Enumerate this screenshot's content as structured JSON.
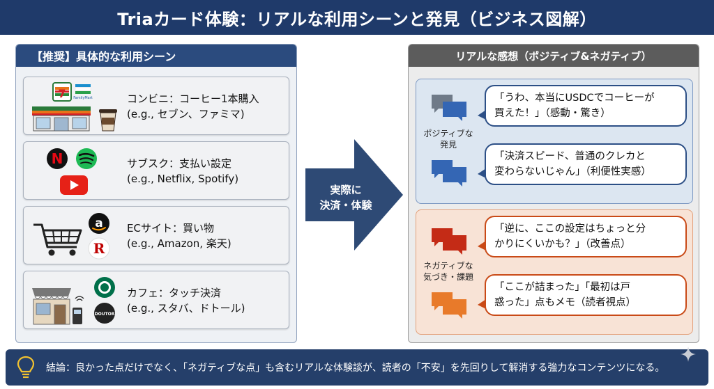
{
  "title": "Triaカード体験：リアルな利用シーンと発見（ビジネス図解）",
  "left_panel": {
    "header": "【推奨】具体的な利用シーン",
    "cases": [
      {
        "icon": "convenience-store-icon",
        "title": "コンビニ：コーヒー1本購入",
        "example": "(e.g., セブン、ファミマ)",
        "logos": [
          "7-eleven-logo",
          "familymart-logo",
          "coffee-cup-icon"
        ],
        "logo_text": "FamilyMart"
      },
      {
        "icon": "subscription-icon",
        "title": "サブスク：支払い設定",
        "example": "(e.g., Netflix, Spotify)",
        "logos": [
          "netflix-logo",
          "spotify-logo",
          "youtube-logo"
        ]
      },
      {
        "icon": "shopping-cart-icon",
        "title": "ECサイト：買い物",
        "example": "(e.g., Amazon, 楽天)",
        "logos": [
          "amazon-logo",
          "rakuten-logo"
        ]
      },
      {
        "icon": "cafe-icon",
        "title": "カフェ：タッチ決済",
        "example": "(e.g., スタバ、ドトール)",
        "logos": [
          "starbucks-logo",
          "doutor-logo",
          "card-terminal-icon"
        ],
        "logo_text": "DOUTOR"
      }
    ]
  },
  "arrow": {
    "label_line1": "実際に",
    "label_line2": "決済・体験"
  },
  "right_panel": {
    "header": "リアルな感想（ポジティブ&ネガティブ）",
    "positive": {
      "label_line1": "ポジティブな",
      "label_line2": "発見",
      "bubbles": [
        {
          "line1": "「うわ、本当にUSDCでコーヒーが",
          "line2": "買えた！」（感動・驚き）"
        },
        {
          "line1": "「決済スピード、普通のクレカと",
          "line2": "変わらないじゃん」（利便性実感）"
        }
      ]
    },
    "negative": {
      "label_line1": "ネガティブな",
      "label_line2": "気づき・課題",
      "bubbles": [
        {
          "line1": "「逆に、ここの設定はちょっと分",
          "line2": "かりにくいかも？」（改善点）"
        },
        {
          "line1": "「ここが詰まった」「最初は戸",
          "line2": "惑った」点もメモ（読者視点）"
        }
      ]
    }
  },
  "conclusion": {
    "icon": "lightbulb-icon",
    "text": "結論：良かった点だけでなく、「ネガティブな点」も含むリアルな体験談が、読者の「不安」を先回りして解消する強力なコンテンツになる。"
  },
  "colors": {
    "title_bg": "#1f3a6a",
    "left_header": "#2b4b7e",
    "right_header": "#5c5c5c",
    "positive_bg": "#dce6f1",
    "negative_bg": "#f8e3d6",
    "positive_accent": "#2c4f86",
    "negative_accent": "#c94a17",
    "arrow": "#2e4a75"
  }
}
